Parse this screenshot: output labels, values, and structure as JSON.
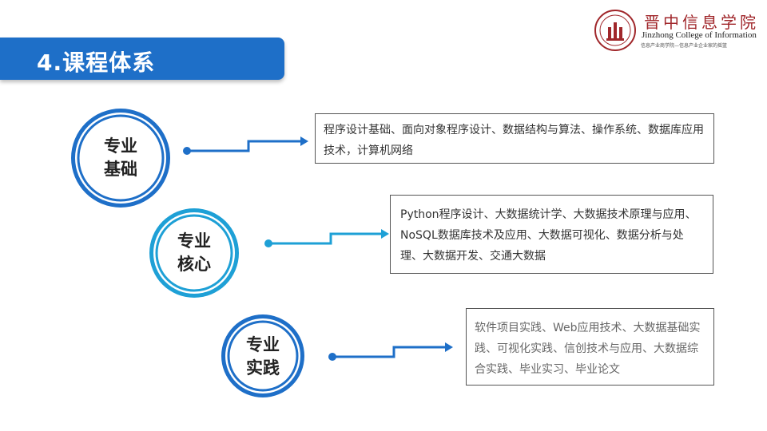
{
  "header": {
    "title": "4.课程体系",
    "logo": {
      "name": "晋中信息学院",
      "english": "Jinzhong College of Information",
      "slogan": "信息产业商学院—信息产业企业家的摇篮",
      "seal_icon": "college-seal-icon",
      "brand_color": "#a0262a"
    }
  },
  "accent": "#1e6fc8",
  "sections": [
    {
      "label_line1": "专业",
      "label_line2": "基础",
      "content": "程序设计基础、面向对象程序设计、数据结构与算法、操作系统、数据库应用技术，计算机网络",
      "color": "#1e6fc8"
    },
    {
      "label_line1": "专业",
      "label_line2": "核心",
      "content": "Python程序设计、大数据统计学、大数据技术原理与应用、NoSQL数据库技术及应用、大数据可视化、数据分析与处理、大数据开发、交通大数据",
      "color": "#1ea0d6"
    },
    {
      "label_line1": "专业",
      "label_line2": "实践",
      "content": "软件项目实践、Web应用技术、大数据基础实践、可视化实践、信创技术与应用、大数据综合实践、毕业实习、毕业论文",
      "color": "#1e6fc8"
    }
  ]
}
